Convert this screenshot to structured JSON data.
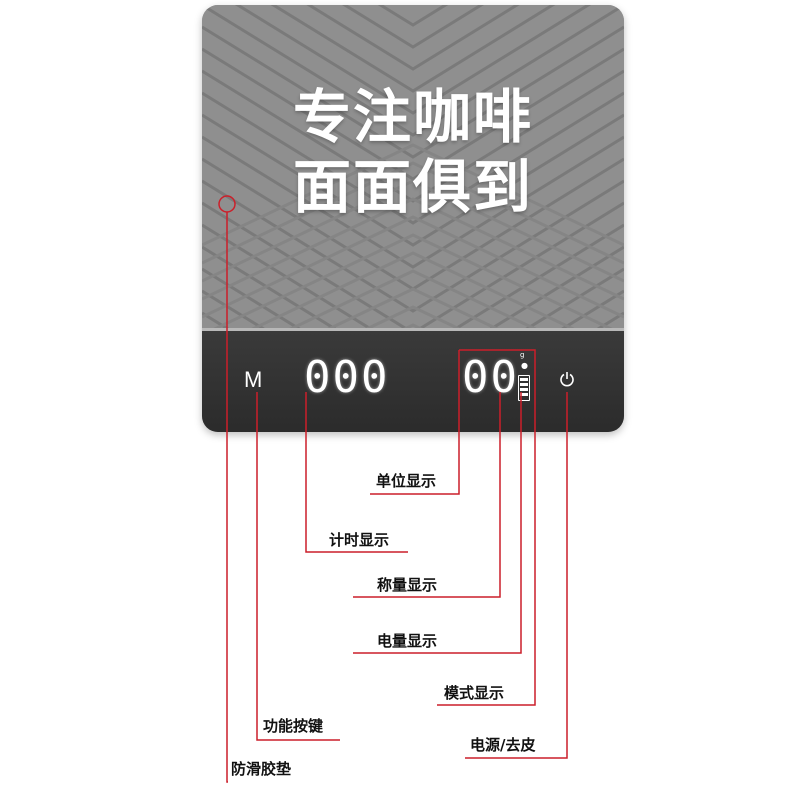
{
  "headline": {
    "line1": "专注咖啡",
    "line2": "面面俱到"
  },
  "display": {
    "mode_key": "M",
    "timer_digits": "000",
    "weight_digits": "00",
    "unit": "g",
    "drop_glyph": "●",
    "battery_bars": 4
  },
  "callouts": [
    {
      "id": "unit-display",
      "text": "单位显示"
    },
    {
      "id": "timer-display",
      "text": "计时显示"
    },
    {
      "id": "weight-display",
      "text": "称量显示"
    },
    {
      "id": "battery-display",
      "text": "电量显示"
    },
    {
      "id": "mode-display",
      "text": "模式显示"
    },
    {
      "id": "function-key",
      "text": "功能按键"
    },
    {
      "id": "power-tare",
      "text": "电源/去皮"
    },
    {
      "id": "anti-slip-pad",
      "text": "防滑胶垫"
    }
  ],
  "colors": {
    "pad": "#8f8f8f",
    "panel": "#2f2f2f",
    "line": "#cc1f2a",
    "text": "#111111"
  }
}
